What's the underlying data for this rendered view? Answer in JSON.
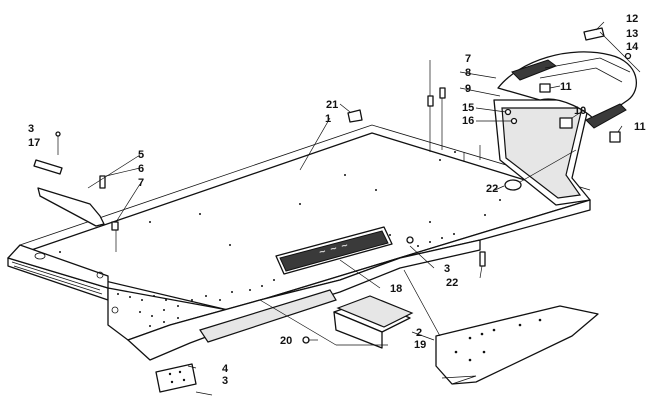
{
  "callouts": [
    {
      "id": "c1",
      "label": "1"
    },
    {
      "id": "c2",
      "label": "2"
    },
    {
      "id": "c3a",
      "label": "3"
    },
    {
      "id": "c3b",
      "label": "3"
    },
    {
      "id": "c3c",
      "label": "3"
    },
    {
      "id": "c4",
      "label": "4"
    },
    {
      "id": "c5",
      "label": "5"
    },
    {
      "id": "c6",
      "label": "6"
    },
    {
      "id": "c7a",
      "label": "7"
    },
    {
      "id": "c7b",
      "label": "7"
    },
    {
      "id": "c8",
      "label": "8"
    },
    {
      "id": "c9",
      "label": "9"
    },
    {
      "id": "c10",
      "label": "10"
    },
    {
      "id": "c11a",
      "label": "11"
    },
    {
      "id": "c11b",
      "label": "11"
    },
    {
      "id": "c12",
      "label": "12"
    },
    {
      "id": "c13",
      "label": "13"
    },
    {
      "id": "c14",
      "label": "14"
    },
    {
      "id": "c15",
      "label": "15"
    },
    {
      "id": "c16",
      "label": "16"
    },
    {
      "id": "c17",
      "label": "17"
    },
    {
      "id": "c18",
      "label": "18"
    },
    {
      "id": "c19",
      "label": "19"
    },
    {
      "id": "c20",
      "label": "20"
    },
    {
      "id": "c21",
      "label": "21"
    },
    {
      "id": "c22a",
      "label": "22"
    },
    {
      "id": "c22b",
      "label": "22"
    }
  ]
}
